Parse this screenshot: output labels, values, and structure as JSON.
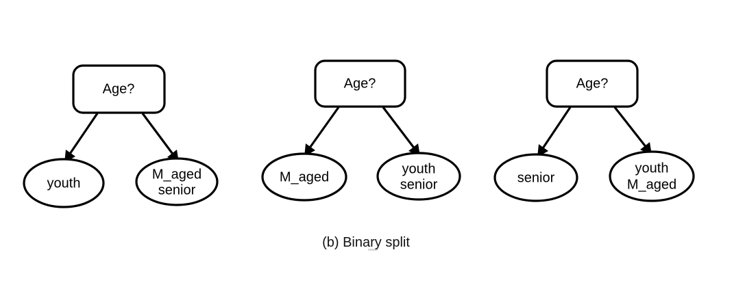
{
  "figure": {
    "caption": "(b) Binary split",
    "background_color": "#ffffff",
    "stroke_color": "#000000",
    "text_color": "#000000"
  },
  "trees": [
    {
      "id": "tree-1",
      "root": {
        "label": "Age?",
        "shape": "rounded-rectangle"
      },
      "leaves": [
        {
          "id": "tree-1-leaf-left",
          "shape": "ellipse",
          "lines": [
            "youth"
          ]
        },
        {
          "id": "tree-1-leaf-right",
          "shape": "ellipse",
          "lines": [
            "M_aged",
            "senior"
          ]
        }
      ]
    },
    {
      "id": "tree-2",
      "root": {
        "label": "Age?",
        "shape": "rounded-rectangle"
      },
      "leaves": [
        {
          "id": "tree-2-leaf-left",
          "shape": "ellipse",
          "lines": [
            "M_aged"
          ]
        },
        {
          "id": "tree-2-leaf-right",
          "shape": "ellipse",
          "lines": [
            "youth",
            "senior"
          ]
        }
      ]
    },
    {
      "id": "tree-3",
      "root": {
        "label": "Age?",
        "shape": "rounded-rectangle"
      },
      "leaves": [
        {
          "id": "tree-3-leaf-left",
          "shape": "ellipse",
          "lines": [
            "senior"
          ]
        },
        {
          "id": "tree-3-leaf-right",
          "shape": "ellipse",
          "lines": [
            "youth",
            "M_aged"
          ]
        }
      ]
    }
  ]
}
